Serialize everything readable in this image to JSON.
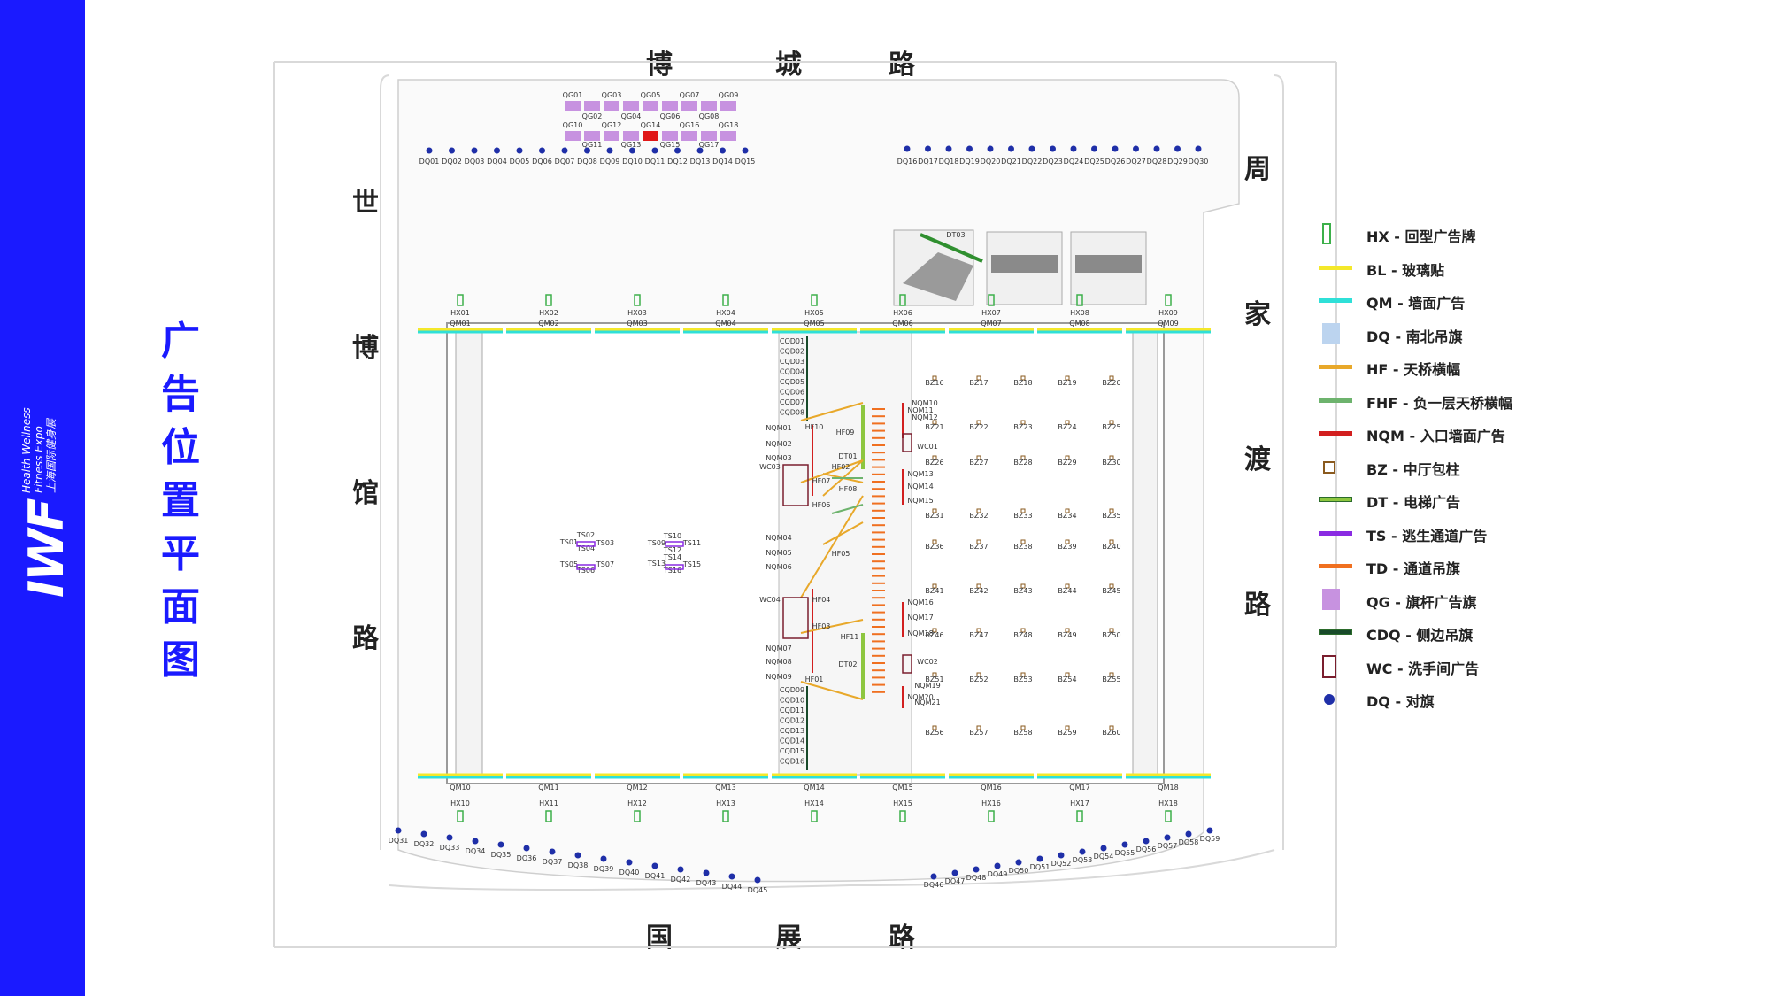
{
  "sidebar": {
    "brand": "IWF",
    "brand_en1": "Health Wellness",
    "brand_en2": "Fitness Expo",
    "brand_cn": "上海国际健身展"
  },
  "title": [
    "广",
    "告",
    "位",
    "置",
    "平",
    "面",
    "图"
  ],
  "roads": {
    "north": [
      "博",
      "城",
      "路"
    ],
    "south": [
      "国",
      "展",
      "路"
    ],
    "west": [
      "世",
      "博",
      "馆",
      "路"
    ],
    "east": [
      "周",
      "家",
      "渡",
      "路"
    ]
  },
  "legend": [
    {
      "code": "HX - 回型广告牌",
      "symbol": "hx",
      "color": "#3cb04a"
    },
    {
      "code": "BL - 玻璃贴",
      "symbol": "line",
      "color": "#f4e82a"
    },
    {
      "code": "QM - 墙面广告",
      "symbol": "line",
      "color": "#2fe0d8"
    },
    {
      "code": "DQ - 南北吊旗",
      "symbol": "rect",
      "color": "#bcd4ef"
    },
    {
      "code": "HF - 天桥横幅",
      "symbol": "line",
      "color": "#e8a82a"
    },
    {
      "code": "FHF - 负一层天桥横幅",
      "symbol": "line",
      "color": "#6db36d"
    },
    {
      "code": "NQM - 入口墙面广告",
      "symbol": "line",
      "color": "#d21f1f"
    },
    {
      "code": "BZ - 中厅包柱",
      "symbol": "square",
      "color": "#8a5a1e"
    },
    {
      "code": "DT - 电梯广告",
      "symbol": "line2",
      "color": "#8dc63f"
    },
    {
      "code": "TS - 逃生通道广告",
      "symbol": "line",
      "color": "#8a2be2"
    },
    {
      "code": "TD - 通道吊旗",
      "symbol": "line",
      "color": "#f07020"
    },
    {
      "code": "QG - 旗杆广告旗",
      "symbol": "rect",
      "color": "#c792e0"
    },
    {
      "code": "CDQ - 侧边吊旗",
      "symbol": "line2",
      "color": "#184a2a"
    },
    {
      "code": "WC - 洗手间广告",
      "symbol": "wc",
      "color": "#7a1e2e"
    },
    {
      "code": "DQ - 对旗",
      "symbol": "dot",
      "color": "#1f2fa8"
    }
  ],
  "map": {
    "hx_top": [
      "HX01",
      "HX02",
      "HX03",
      "HX04",
      "HX05",
      "HX06",
      "HX07",
      "HX08",
      "HX09"
    ],
    "hx_bottom": [
      "HX10",
      "HX11",
      "HX12",
      "HX13",
      "HX14",
      "HX15",
      "HX16",
      "HX17",
      "HX18"
    ],
    "qm_top": [
      "QM01",
      "QM02",
      "QM03",
      "QM04",
      "QM05",
      "QM06",
      "QM07",
      "QM08",
      "QM09"
    ],
    "qm_bottom": [
      "QM10",
      "QM11",
      "QM12",
      "QM13",
      "QM14",
      "QM15",
      "QM16",
      "QM17",
      "QM18"
    ],
    "qg_top_a": [
      "QG01",
      "QG03",
      "QG05",
      "QG07",
      "QG09"
    ],
    "qg_top_b": [
      "QG02",
      "QG04",
      "QG06",
      "QG08"
    ],
    "qg_bot_a": [
      "QG10",
      "QG12",
      "QG14",
      "QG16",
      "QG18"
    ],
    "qg_bot_b": [
      "QG11",
      "QG13",
      "QG15",
      "QG17"
    ],
    "dq_north_left": [
      "DQ01",
      "DQ02",
      "DQ03",
      "DQ04",
      "DQ05",
      "DQ06",
      "DQ07",
      "DQ08",
      "DQ09",
      "DQ10",
      "DQ11",
      "DQ12",
      "DQ13",
      "DQ14",
      "DQ15"
    ],
    "dq_north_right": [
      "DQ16",
      "DQ17",
      "DQ18",
      "DQ19",
      "DQ20",
      "DQ21",
      "DQ22",
      "DQ23",
      "DQ24",
      "DQ25",
      "DQ26",
      "DQ27",
      "DQ28",
      "DQ29",
      "DQ30"
    ],
    "dq_south_left": [
      "DQ31",
      "DQ32",
      "DQ33",
      "DQ34",
      "DQ35",
      "DQ36",
      "DQ37",
      "DQ38",
      "DQ39",
      "DQ40",
      "DQ41",
      "DQ42",
      "DQ43",
      "DQ44",
      "DQ45"
    ],
    "dq_south_right": [
      "DQ46",
      "DQ47",
      "DQ48",
      "DQ49",
      "DQ50",
      "DQ51",
      "DQ52",
      "DQ53",
      "DQ54",
      "DQ55",
      "DQ56",
      "DQ57",
      "DQ58",
      "DQ59"
    ],
    "bz": [
      "BZ16",
      "BZ17",
      "BZ18",
      "BZ19",
      "BZ20",
      "BZ21",
      "BZ22",
      "BZ23",
      "BZ24",
      "BZ25",
      "BZ26",
      "BZ27",
      "BZ28",
      "BZ29",
      "BZ30",
      "BZ31",
      "BZ32",
      "BZ33",
      "BZ34",
      "BZ35",
      "BZ36",
      "BZ37",
      "BZ38",
      "BZ39",
      "BZ40",
      "BZ41",
      "BZ42",
      "BZ43",
      "BZ44",
      "BZ45",
      "BZ46",
      "BZ47",
      "BZ48",
      "BZ49",
      "BZ50",
      "BZ51",
      "BZ52",
      "BZ53",
      "BZ54",
      "BZ55",
      "BZ56",
      "BZ57",
      "BZ58",
      "BZ59",
      "BZ60"
    ],
    "ts": [
      "TS01",
      "TS02",
      "TS03",
      "TS04",
      "TS05",
      "TS06",
      "TS07",
      "TS09",
      "TS10",
      "TS11",
      "TS12",
      "TS13",
      "TS14",
      "TS15",
      "TS16"
    ],
    "cqd": [
      "CQD01",
      "CQD02",
      "CQD03",
      "CQD04",
      "CQD05",
      "CQD06",
      "CQD07",
      "CQD08",
      "CQD09",
      "CQD10",
      "CQD11",
      "CQD12",
      "CQD13",
      "CQD14",
      "CQD15",
      "CQD16"
    ],
    "nqm": [
      "NQM01",
      "NQM02",
      "NQM03",
      "NQM04",
      "NQM05",
      "NQM06",
      "NQM07",
      "NQM08",
      "NQM09",
      "NQM10",
      "NQM11",
      "NQM12",
      "NQM13",
      "NQM14",
      "NQM15",
      "NQM16",
      "NQM17",
      "NQM18",
      "NQM19",
      "NQM20",
      "NQM21"
    ],
    "hf": [
      "HF01",
      "HF02",
      "HF03",
      "HF04",
      "HF05",
      "HF06",
      "HF07",
      "HF08",
      "HF09",
      "HF10",
      "HF11"
    ],
    "dt": [
      "DT01",
      "DT02",
      "DT03"
    ],
    "wc": [
      "WC01",
      "WC02",
      "WC03",
      "WC04"
    ]
  }
}
